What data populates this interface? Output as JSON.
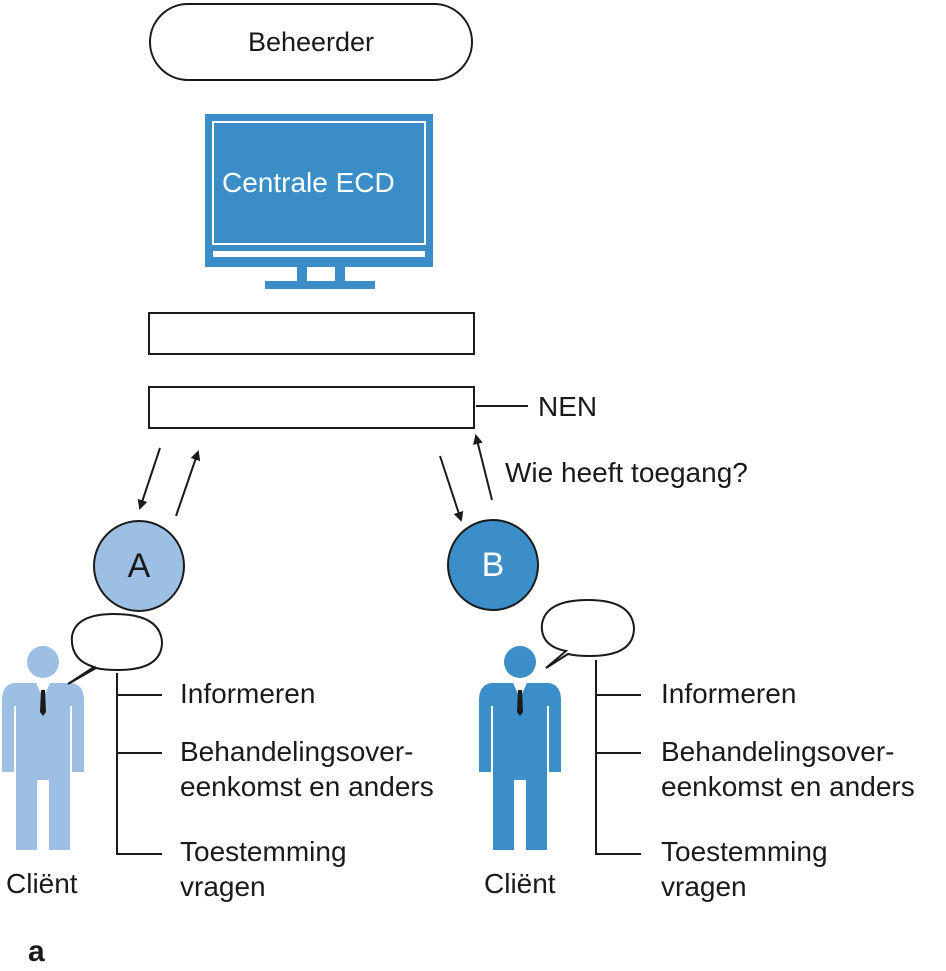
{
  "beheerder": "Beheerder",
  "monitor_label": "Centrale ECD",
  "nen_label": "NEN",
  "question_label": "Wie heeft toegang?",
  "node_a": "A",
  "node_b": "B",
  "client_label": "Cliënt",
  "items": {
    "informeren": "Informeren",
    "behandeling_1": "Behandelingsover-",
    "behandeling_2": "eenkomst en anders",
    "toestemming_1": "Toestemming",
    "toestemming_2": "vragen"
  },
  "panel_label": "a",
  "colors": {
    "monitor": "#3a8dc7",
    "light_blue": "#9dbfe3",
    "dark_blue": "#3b8ec8",
    "line": "#1a1a1a"
  }
}
